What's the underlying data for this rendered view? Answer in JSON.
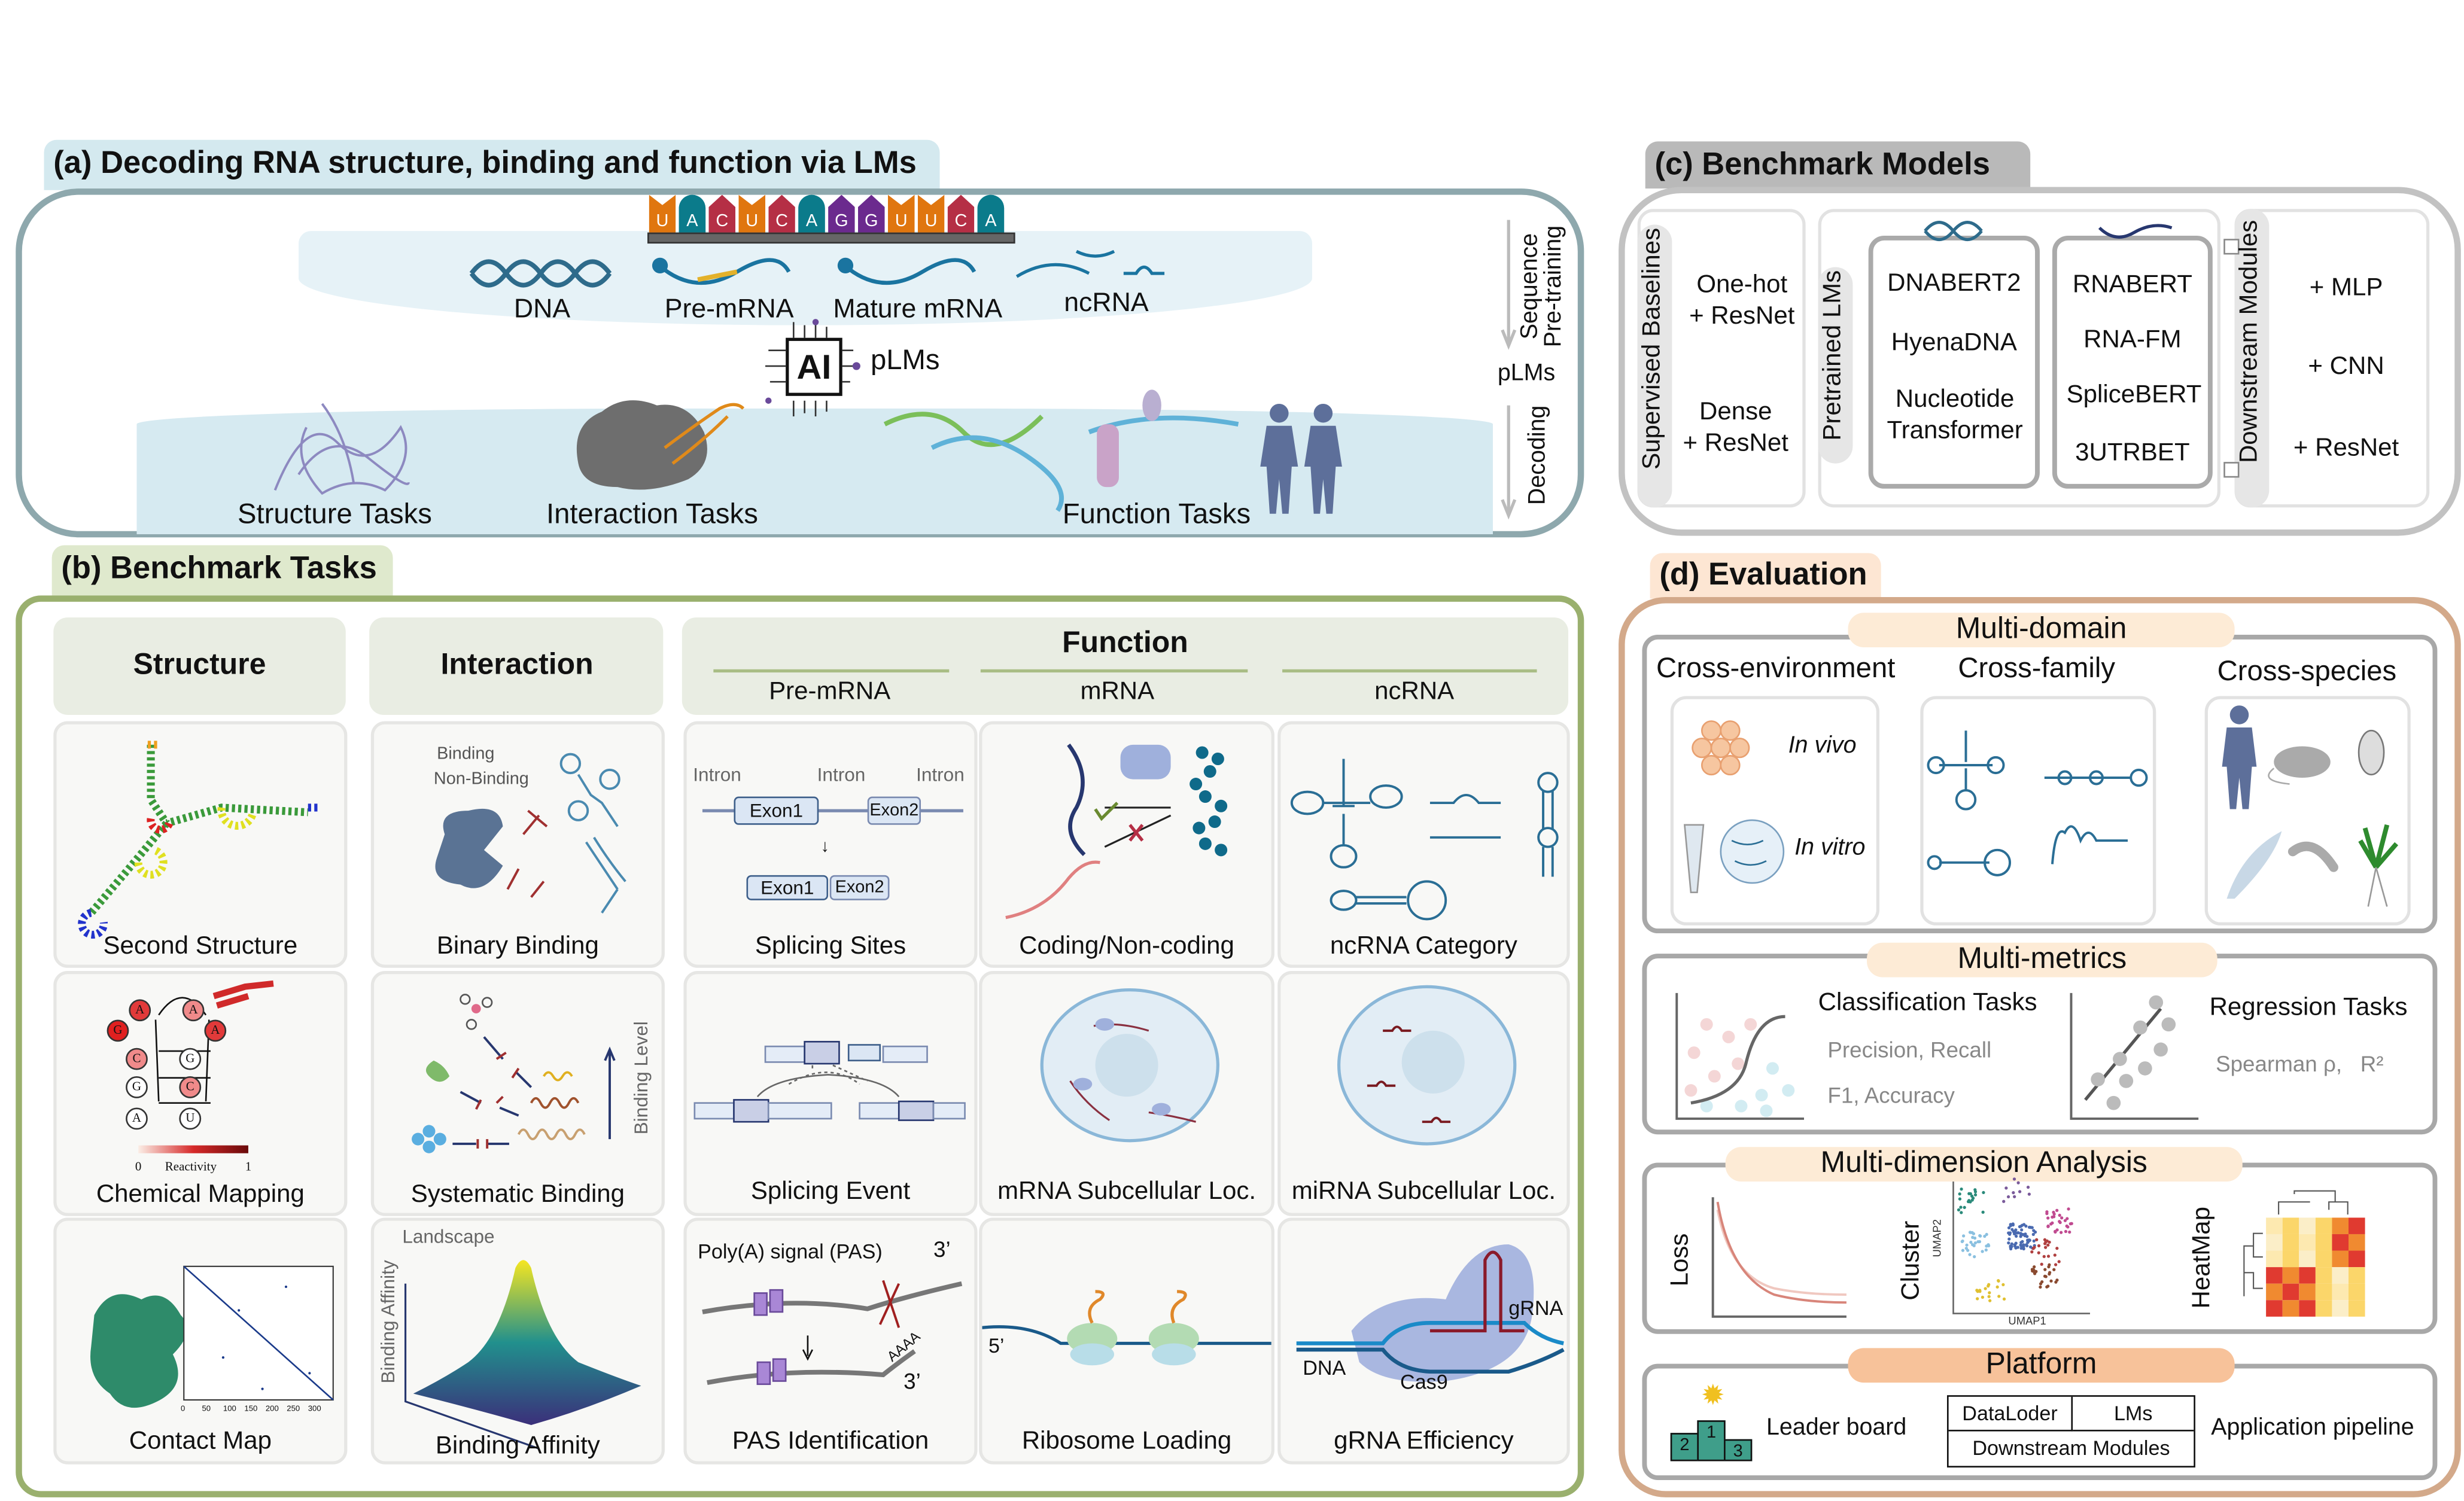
{
  "panel_a": {
    "title": "(a) Decoding RNA structure, binding and function via LMs",
    "sequence": [
      "U",
      "A",
      "C",
      "U",
      "C",
      "A",
      "G",
      "G",
      "U",
      "U",
      "C",
      "A"
    ],
    "nucleotide_colors": {
      "U": "#e0760f",
      "A": "#0b7b8b",
      "C": "#b52f45",
      "G": "#6b2a8e"
    },
    "molecules": [
      "DNA",
      "Pre-mRNA",
      "Mature mRNA",
      "ncRNA"
    ],
    "ai_chip": "AI",
    "plms": "pLMs",
    "tasks": [
      "Structure Tasks",
      "Interaction Tasks",
      "Function Tasks"
    ],
    "side_pretraining": "Sequence Pre-training",
    "side_plms": "pLMs",
    "side_decoding": "Decoding"
  },
  "panel_b": {
    "title": "(b) Benchmark Tasks",
    "headers": {
      "structure": "Structure",
      "interaction": "Interaction",
      "function": "Function",
      "function_sub": [
        "Pre-mRNA",
        "mRNA",
        "ncRNA"
      ]
    },
    "cells": {
      "second_structure": "Second Structure",
      "binary_binding": "Binary Binding",
      "splicing_sites": "Splicing Sites",
      "coding_noncoding": "Coding/Non-coding",
      "ncrna_category": "ncRNA Category",
      "chemical_mapping": "Chemical Mapping",
      "systematic_binding": "Systematic Binding",
      "splicing_event": "Splicing Event",
      "mrna_subcellular": "mRNA Subcellular Loc.",
      "mirna_subcellular": "miRNA Subcellular Loc.",
      "contact_map": "Contact Map",
      "binding_affinity": "Binding Affinity",
      "pas_identification": "PAS Identification",
      "ribosome_loading": "Ribosome Loading",
      "grna_efficiency": "gRNA Efficiency"
    },
    "details": {
      "binding": "Binding",
      "non_binding": "Non-Binding",
      "intron": "Intron",
      "exon1": "Exon1",
      "exon2": "Exon2",
      "reactivity": "Reactivity",
      "reactivity_min": "0",
      "reactivity_max": "1",
      "loop_bases": [
        "A",
        "A",
        "G",
        "A",
        "C",
        "G",
        "G",
        "C",
        "A",
        "U"
      ],
      "binding_level": "Binding Level",
      "landscape": "Landscape",
      "binding_affinity_axis": "Binding Affinity",
      "pas_signal": "Poly(A) signal (PAS)",
      "three_prime": "3’",
      "polya": "AAAA",
      "five_prime": "5’",
      "dna": "DNA",
      "grna": "gRNA",
      "cas9": "Cas9",
      "contact_ticks": [
        "0",
        "50",
        "100",
        "150",
        "200",
        "250",
        "300"
      ]
    }
  },
  "panel_c": {
    "title": "(c) Benchmark Models",
    "supervised_label": "Supervised Baselines",
    "supervised": [
      "One-hot\n+ ResNet",
      "Dense\n+ ResNet"
    ],
    "pretrained_label": "Pretrained LMs",
    "dna_models": [
      "DNABERT2",
      "HyenaDNA",
      "Nucleotide Transformer"
    ],
    "rna_models": [
      "RNABERT",
      "RNA-FM",
      "SpliceBERT",
      "3UTRBET"
    ],
    "downstream_label": "Downstream Modules",
    "downstream": [
      "+ MLP",
      "+ CNN",
      "+ ResNet"
    ]
  },
  "panel_d": {
    "title": "(d) Evaluation",
    "multi_domain": {
      "title": "Multi-domain",
      "cross_env": "Cross-environment",
      "cross_family": "Cross-family",
      "cross_species": "Cross-species",
      "in_vivo": "In vivo",
      "in_vitro": "In vitro"
    },
    "multi_metrics": {
      "title": "Multi-metrics",
      "classification": "Classification Tasks",
      "cls_metrics_1": "Precision, Recall",
      "cls_metrics_2": "F1, Accuracy",
      "regression": "Regression Tasks",
      "reg_metrics": "Spearman ρ,   R²"
    },
    "multi_dimension": {
      "title": "Multi-dimension Analysis",
      "loss": "Loss",
      "cluster": "Cluster",
      "umap1": "UMAP1",
      "umap2": "UMAP2",
      "heatmap": "HeatMap"
    },
    "platform": {
      "title": "Platform",
      "leaderboard": "Leader board",
      "podium": [
        "2",
        "1",
        "3"
      ],
      "dataloader": "DataLoder",
      "lms": "LMs",
      "downstream": "Downstream Modules",
      "pipeline": "Application pipeline"
    }
  }
}
